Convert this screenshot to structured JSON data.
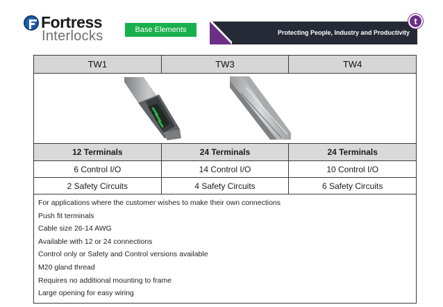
{
  "header": {
    "logo_top": "Fortress",
    "logo_bottom": "Interlocks",
    "tag": "Base Elements",
    "banner": "Protecting People, Industry and Productivity",
    "badge": "t"
  },
  "colors": {
    "tag_green": "#18b04b",
    "banner_dark": "#252a36",
    "banner_accent": "#6b2f86",
    "logo_blue": "#1f5fa8",
    "header_gray": "#d6d6d6"
  },
  "table": {
    "columns": [
      "TW1",
      "TW3",
      "TW4"
    ],
    "terminals": [
      "12 Terminals",
      "24 Terminals",
      "24 Terminals"
    ],
    "control_io": [
      "6 Control I/O",
      "14 Control I/O",
      "10 Control I/O"
    ],
    "safety": [
      "2 Safety Circuits",
      "4 Safety Circuits",
      "6 Safety Circuits"
    ],
    "features": [
      "For applications where the customer wishes to make their own connections",
      "Push fit terminals",
      "Cable size 26-14 AWG",
      "Available with 12 or 24 connections",
      "Control only or Safety and Control versions available",
      "M20 gland thread",
      "Requires no additional mounting to frame",
      "Large opening for easy wiring"
    ]
  }
}
